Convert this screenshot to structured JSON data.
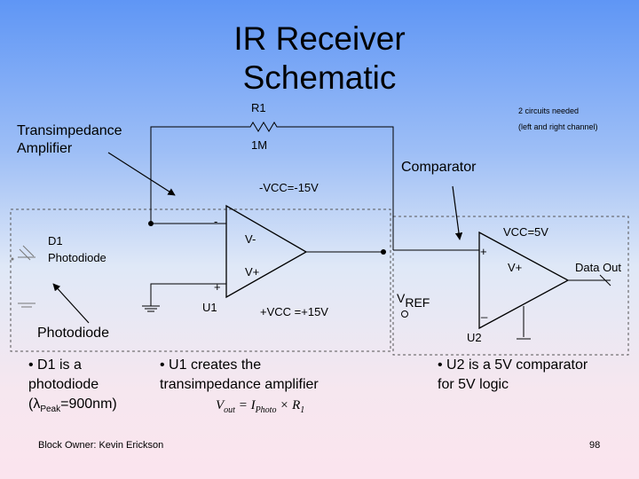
{
  "title": {
    "line1": "IR Receiver",
    "line2": "Schematic"
  },
  "notes": {
    "circuits_needed": "2 circuits needed",
    "channels": "(left and right channel)"
  },
  "callouts": {
    "transimpedance_line1": "Transimpedance",
    "transimpedance_line2": "Amplifier",
    "comparator": "Comparator",
    "photodiode": "Photodiode"
  },
  "components": {
    "r1": "R1",
    "r1_value": "1M",
    "d1": "D1",
    "d1_type": "Photodiode",
    "u1": "U1",
    "u2": "U2",
    "neg_supply": "-VCC=-15V",
    "pos_supply": "+VCC =+15V",
    "vcc_5v": "VCC=5V",
    "data_out": "Data Out",
    "vref_main": "V",
    "vref_sub": "REF",
    "u1_minus_sign": "-",
    "u1_plus_sign": "+",
    "u1_vminus": "V-",
    "u1_vplus": "V+",
    "u2_plus_sign": "+",
    "u2_vplus": "V+",
    "u2_minus_sign": "_"
  },
  "bullets": {
    "d1_line1": "• D1 is a",
    "d1_line2": "photodiode",
    "d1_line3_prefix": "(λ",
    "d1_line3_sub": "Peak",
    "d1_line3_suffix": "=900nm)",
    "u1_line1": "• U1 creates the",
    "u1_line2": "transimpedance amplifier",
    "u2_line1": "• U2 is a 5V comparator",
    "u2_line2": "for 5V logic"
  },
  "formula": {
    "lhs": "V",
    "lhs_sub": "out",
    "eq": " = ",
    "i": "I",
    "i_sub": "Photo",
    "times": " × ",
    "r": "R",
    "r_sub": "1"
  },
  "footer": {
    "owner": "Block Owner:  Kevin Erickson",
    "page": "98"
  }
}
